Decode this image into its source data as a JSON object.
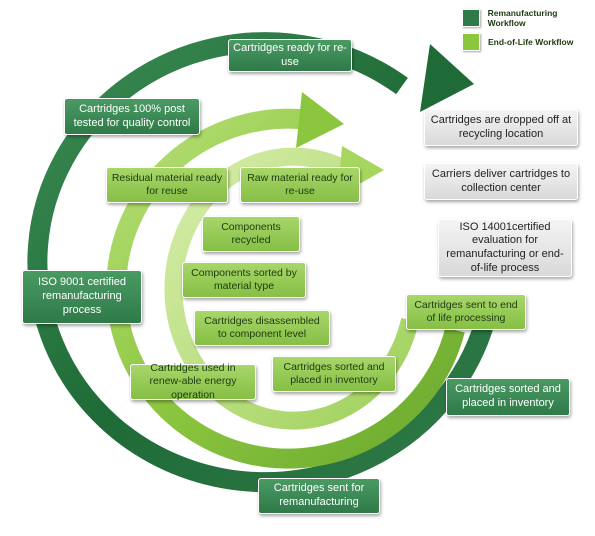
{
  "colors": {
    "remanufacturing": "#2f7a48",
    "end_of_life": "#8cc63f",
    "neutral_box": "#e2e2e2"
  },
  "legend": {
    "remanufacturing": "Remanufacturing Workflow",
    "end_of_life": "End-of-Life Workflow"
  },
  "boxes": {
    "ready_for_reuse": "Cartridges ready for re-use",
    "tested_quality": "Cartridges 100% post tested for quality control",
    "dropped_off": "Cartridges are dropped off at recycling location",
    "carriers_deliver": "Carriers deliver cartridges to collection center",
    "iso14001": "ISO 14001certified evaluation for remanufacturing or end-of-life process",
    "residual_material": "Residual material ready for reuse",
    "raw_material": "Raw material ready for re-use",
    "components_recycled": "Components recycled",
    "components_sorted": "Components sorted by material type",
    "disassembled": "Cartridges disassembled to component level",
    "iso9001": "ISO 9001 certified remanufacturing process",
    "sent_end_of_life": "Cartridges sent to end of life processing",
    "renewable_energy": "Cartridges used in renew-able energy operation",
    "sorted_inventory_inner": "Cartridges sorted and placed in inventory",
    "sorted_inventory_outer": "Cartridges sorted and placed in inventory",
    "sent_remanufacturing": "Cartridges sent for remanufacturing"
  }
}
